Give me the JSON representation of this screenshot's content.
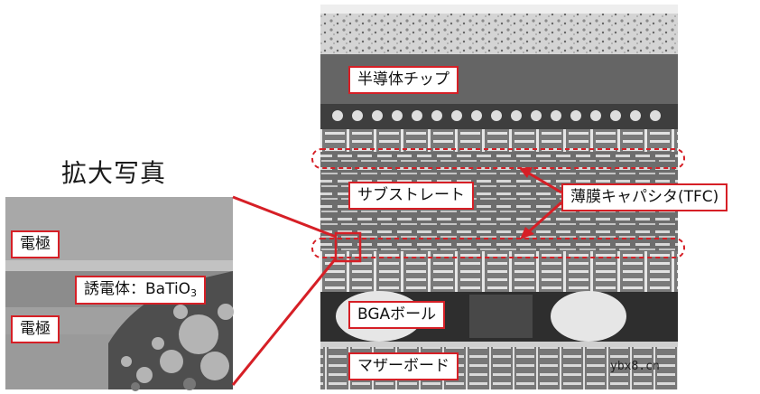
{
  "title": "拡大写真",
  "labels": {
    "chip": "半導体チップ",
    "substrate": "サブストレート",
    "tfc": "薄膜キャパシタ(TFC)",
    "bga": "BGAボール",
    "board": "マザーボード",
    "electrode_top": "電極",
    "electrode_bottom": "電極",
    "dielectric_prefix": "誘電体：BaTiO",
    "dielectric_sub": "3"
  },
  "watermark": "ybx8.cn",
  "colors": {
    "accent_red": "#d61f26"
  }
}
